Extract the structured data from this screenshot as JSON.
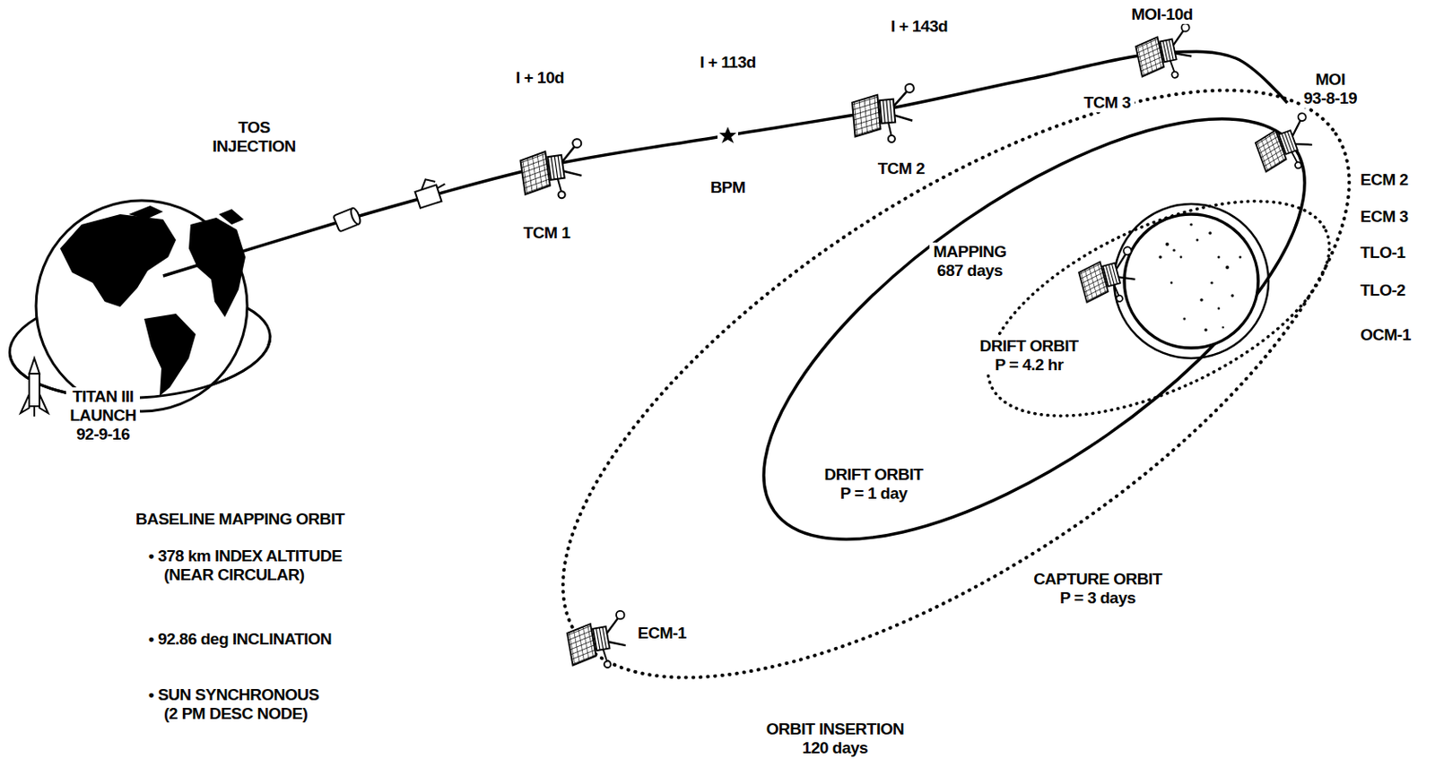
{
  "diagram": {
    "labels": [
      "TOS INJECTION",
      "I + 10d",
      "I + 113d",
      "I + 143d",
      "MOI-10d",
      "MOI 93-8-19",
      "TCM 1",
      "BPM",
      "TCM 2",
      "TCM 3",
      "ECM 2",
      "ECM 3",
      "TLO-1",
      "TLO-2",
      "OCM-1",
      "MAPPING 687 days",
      "DRIFT ORBIT P = 4.2 hr",
      "DRIFT ORBIT P = 1 day",
      "CAPTURE ORBIT P = 3 days",
      "TITAN III LAUNCH 92-9-16",
      "BASELINE MAPPING ORBIT",
      "• 378 km INDEX ALTITUDE (NEAR CIRCULAR)",
      "• 92.86 deg INCLINATION",
      "• SUN SYNCHRONOUS (2 PM DESC NODE)",
      "ECM-1",
      "ORBIT INSERTION 120 days"
    ]
  }
}
